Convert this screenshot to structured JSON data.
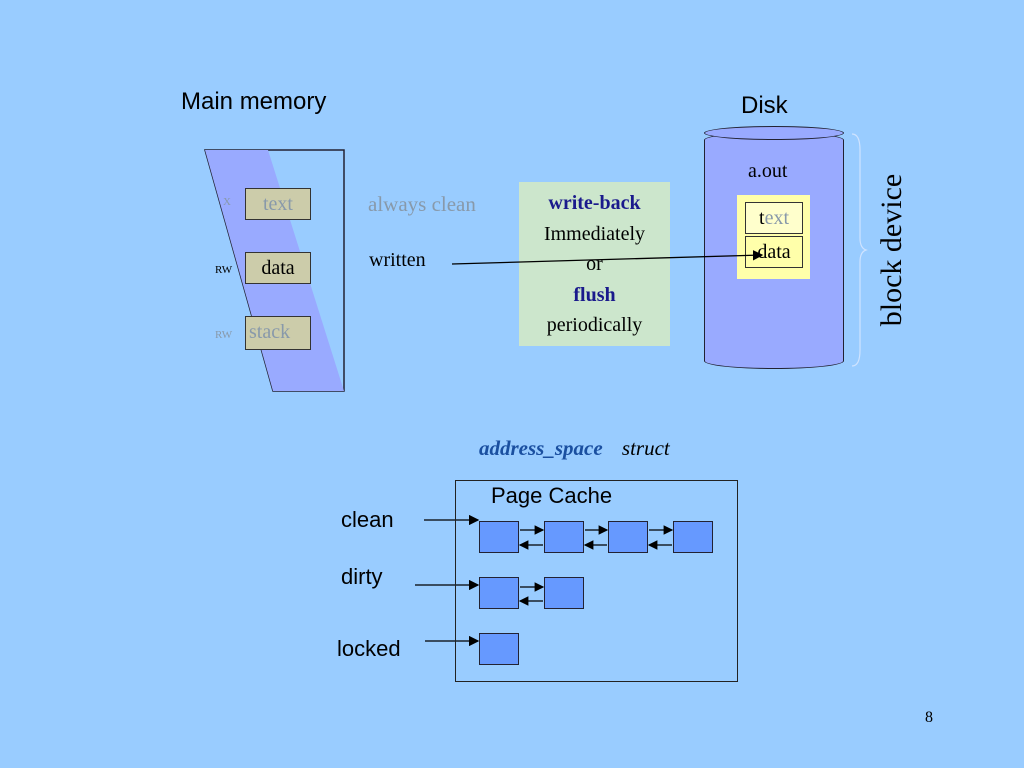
{
  "main_memory": {
    "title": "Main memory",
    "segments": [
      {
        "label": "text",
        "perm": "X"
      },
      {
        "label": "data",
        "perm": "RW"
      },
      {
        "label": "stack",
        "perm": "RW"
      }
    ],
    "always_clean": "always clean",
    "written": "written"
  },
  "disk": {
    "title": "Disk",
    "file": "a.out",
    "text_t": "t",
    "text_rest": "ext",
    "data": "data",
    "block_device": "block device"
  },
  "writeback": {
    "line1": "write-back",
    "line2": "Immediately",
    "line3": "or",
    "line4": "flush",
    "line5": "periodically"
  },
  "address_space": {
    "name": "address_space",
    "kind": "struct"
  },
  "page_cache": {
    "title": "Page Cache",
    "lists": [
      {
        "label": "clean",
        "count": 4
      },
      {
        "label": "dirty",
        "count": 2
      },
      {
        "label": "locked",
        "count": 1
      }
    ]
  },
  "slide_number": "8",
  "colors": {
    "background": "#99ccff",
    "memory_band": "#99aaff",
    "segment": "#ccccaa",
    "writeback_box": "#cce6cc",
    "page": "#6699ff",
    "accent_navy": "#1a1a8c",
    "address_space_blue": "#1a4fa0",
    "grey_text": "#8899aa",
    "disk_file_box": "#ffffaa"
  }
}
